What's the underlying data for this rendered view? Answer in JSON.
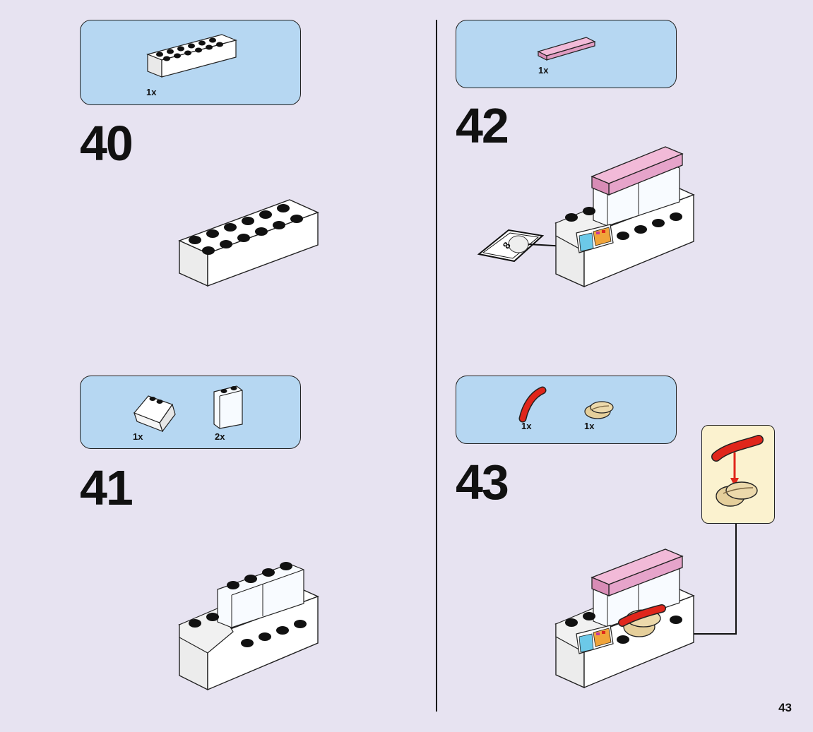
{
  "steps": [
    {
      "number": "40",
      "parts": [
        {
          "name": "white 2x6 brick",
          "qty": "1x"
        }
      ]
    },
    {
      "number": "41",
      "parts": [
        {
          "name": "white slope brick",
          "qty": "1x"
        },
        {
          "name": "transparent panel",
          "qty": "2x"
        }
      ]
    },
    {
      "number": "42",
      "parts": [
        {
          "name": "pink tile",
          "qty": "1x"
        }
      ]
    },
    {
      "number": "43",
      "parts": [
        {
          "name": "red sausage",
          "qty": "1x"
        },
        {
          "name": "hot dog bun",
          "qty": "1x"
        }
      ]
    }
  ],
  "sticker": {
    "label": "8"
  },
  "page_number": "43",
  "colors": {
    "background": "#e7e3f1",
    "parts_box": "#b6d7f2",
    "callout": "#fbf2cf",
    "pink": "#eeb0d2",
    "red": "#e0261b",
    "bun": "#e5cf9b"
  }
}
